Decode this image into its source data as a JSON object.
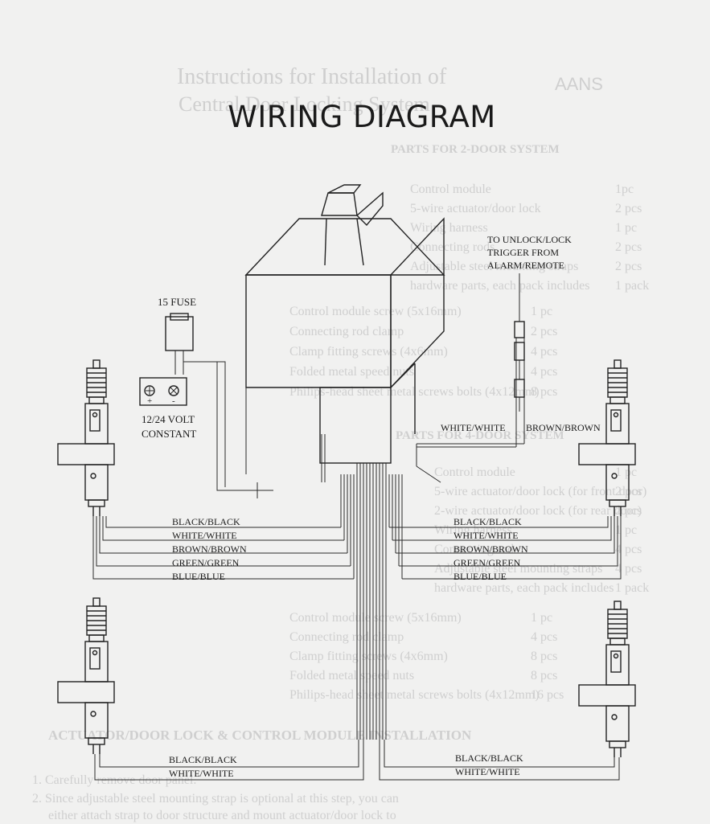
{
  "title": "WIRING DIAGRAM",
  "labels": {
    "fuse": "15 FUSE",
    "power": "12/24 VOLT",
    "power2": "CONSTANT",
    "plus": "+",
    "minus": "-",
    "trigger1": "TO UNLOCK/LOCK",
    "trigger2": "TRIGGER FROM",
    "trigger3": "ALARM/REMOTE",
    "white_white": "WHITE/WHITE",
    "brown_brown": "BROWN/BROWN"
  },
  "wire_groups": {
    "front_left": [
      "BLACK/BLACK",
      "WHITE/WHITE",
      "BROWN/BROWN",
      "GREEN/GREEN",
      "BLUE/BLUE"
    ],
    "front_right": [
      "BLACK/BLACK",
      "WHITE/WHITE",
      "BROWN/BROWN",
      "GREEN/GREEN",
      "BLUE/BLUE"
    ],
    "rear_left": [
      "BLACK/BLACK",
      "WHITE/WHITE"
    ],
    "rear_right": [
      "BLACK/BLACK",
      "WHITE/WHITE"
    ]
  },
  "background": {
    "heading": "Instructions for Installation of",
    "heading2": "Central Door Locking System",
    "code": "AANS",
    "section1": "PARTS FOR 2-DOOR SYSTEM",
    "section2": "PARTS FOR 4-DOOR SYSTEM",
    "section3": "ACTUATOR/DOOR LOCK & CONTROL MODULE INSTALLATION",
    "parts2": [
      {
        "qty": "1pc",
        "item": "Control module"
      },
      {
        "qty": "2 pcs",
        "item": "5-wire actuator/door lock"
      },
      {
        "qty": "1 pc",
        "item": "Wiring harness"
      },
      {
        "qty": "2 pcs",
        "item": "Connecting rods"
      },
      {
        "qty": "2 pcs",
        "item": "Adjustable steel mounting straps"
      },
      {
        "qty": "1 pack",
        "item": "hardware parts, each pack includes"
      }
    ],
    "hardware2": [
      {
        "qty": "1 pc",
        "item": "Control module screw (5x16mm)"
      },
      {
        "qty": "2 pcs",
        "item": "Connecting rod clamp"
      },
      {
        "qty": "4 pcs",
        "item": "Clamp fitting screws (4x6mm)"
      },
      {
        "qty": "4 pcs",
        "item": "Folded metal speed nuts"
      },
      {
        "qty": "8 pcs",
        "item": "Philips-head sheet metal screws bolts (4x12mm)"
      }
    ],
    "parts4": [
      {
        "qty": "1 pc",
        "item": "Control module"
      },
      {
        "qty": "2 pcs",
        "item": "5-wire actuator/door lock (for front door)"
      },
      {
        "qty": "2 pcs",
        "item": "2-wire actuator/door lock (for rear door)"
      },
      {
        "qty": "1 pc",
        "item": "Wiring harness"
      },
      {
        "qty": "4 pcs",
        "item": "Connecting rods"
      },
      {
        "qty": "4 pcs",
        "item": "Adjustable steel mounting straps"
      },
      {
        "qty": "1 pack",
        "item": "hardware parts, each pack includes"
      }
    ],
    "hardware4": [
      {
        "qty": "1 pc",
        "item": "Control module screw (5x16mm)"
      },
      {
        "qty": "4 pcs",
        "item": "Connecting rod clamp"
      },
      {
        "qty": "8 pcs",
        "item": "Clamp fitting screws (4x6mm)"
      },
      {
        "qty": "8 pcs",
        "item": "Folded metal speed nuts"
      },
      {
        "qty": "16 pcs",
        "item": "Philips-head sheet metal screws bolts (4x12mm)"
      }
    ],
    "steps": [
      "1. Carefully remove door panel.",
      "2. Since adjustable steel mounting strap is optional at this step, you can",
      "either attach strap to door structure and mount actuator/door lock to"
    ]
  }
}
